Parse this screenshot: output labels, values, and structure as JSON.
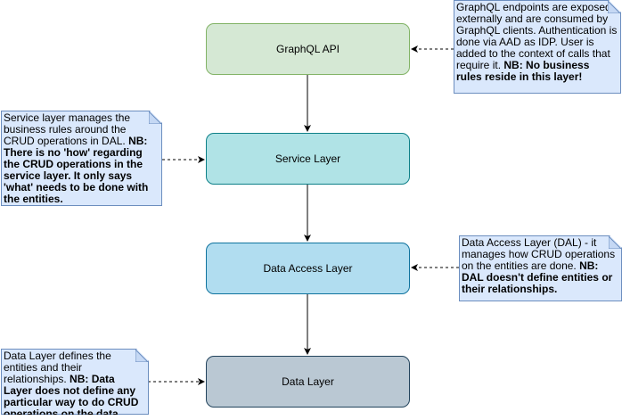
{
  "boxes": {
    "graphql_api": {
      "label": "GraphQL API",
      "fill": "#d5e8d4",
      "stroke": "#82b366"
    },
    "service_layer": {
      "label": "Service Layer",
      "fill": "#b0e3e6",
      "stroke": "#0e8088"
    },
    "data_access_layer": {
      "label": "Data Access Layer",
      "fill": "#b1ddf0",
      "stroke": "#10739e"
    },
    "data_layer": {
      "label": "Data Layer",
      "fill": "#bac8d3",
      "stroke": "#23445d"
    }
  },
  "notes": {
    "graphql": {
      "text": "GraphQL endpoints are exposed externally and are consumed by GraphQL clients. Authentication is done via AAD as IDP. User is added to the context of calls that require it. ",
      "bold": "NB: No business rules reside in this layer!"
    },
    "service": {
      "text": "Service layer manages the business rules around the CRUD operations in DAL. ",
      "bold": "NB: There is no 'how' regarding the CRUD operations in the service layer. It only says 'what' needs to be done with the entities."
    },
    "dal": {
      "text": "Data Access Layer (DAL) - it manages how CRUD operations on the entities are done. ",
      "bold": "NB: DAL doesn't define entities or their relationships."
    },
    "data": {
      "text": "Data Layer defines the entities and their relationships. ",
      "bold": "NB: Data Layer does not define any particular way to do CRUD operations on the data."
    }
  },
  "colors": {
    "note_fill": "#dae8fc",
    "note_stroke": "#6c8ebf",
    "connector": "#000000"
  }
}
